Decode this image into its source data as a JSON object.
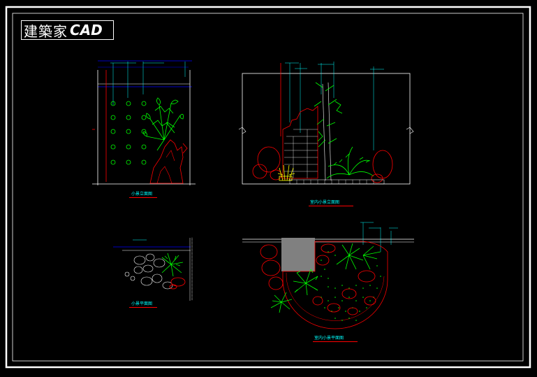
{
  "logo": {
    "text_zh": "建築家",
    "text_cad": "CAD"
  },
  "drawings": {
    "elev_small": {
      "title": "小景立面图"
    },
    "elev_indoor": {
      "title": "室内小景立面图"
    },
    "plan_small": {
      "title": "小景平面图"
    },
    "plan_indoor": {
      "title": "室内小景平面图"
    }
  },
  "colors": {
    "background": "#000000",
    "frame": "#ffffff",
    "annotation": "#00ffff",
    "plants": "#00ff00",
    "rocks": "#ff0000",
    "title_underline": "#ff0000",
    "screen": "#808080",
    "lantern": "#ffff00",
    "dimension_line": "#0000ff"
  }
}
